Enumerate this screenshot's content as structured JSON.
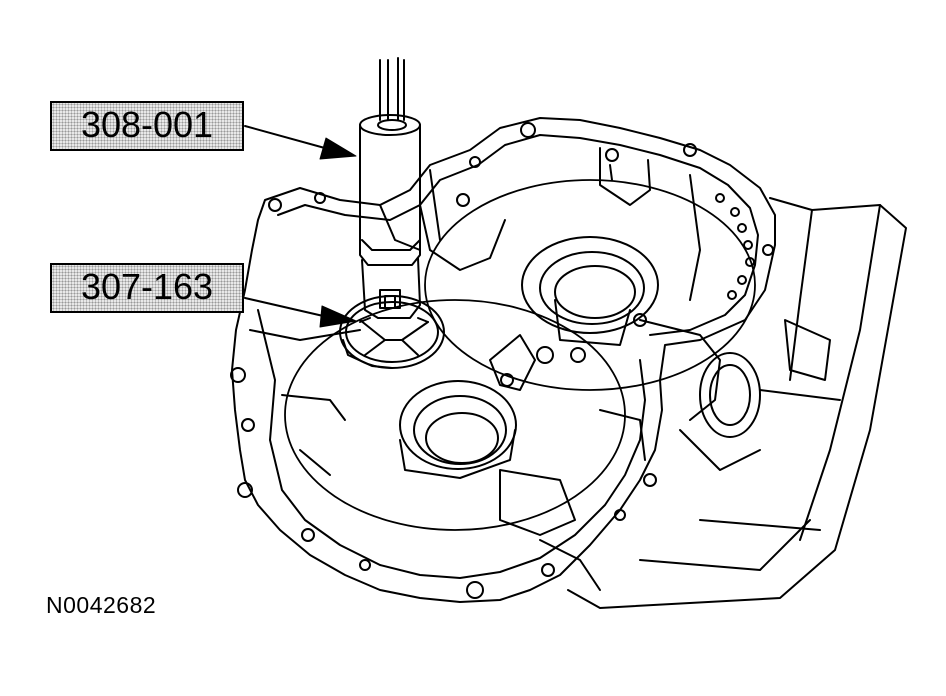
{
  "callouts": [
    {
      "label": "308-001"
    },
    {
      "label": "307-163"
    }
  ],
  "figure_id": "N0042682",
  "colors": {
    "line": "#000000",
    "callout_fill": "#e8e8e8"
  }
}
